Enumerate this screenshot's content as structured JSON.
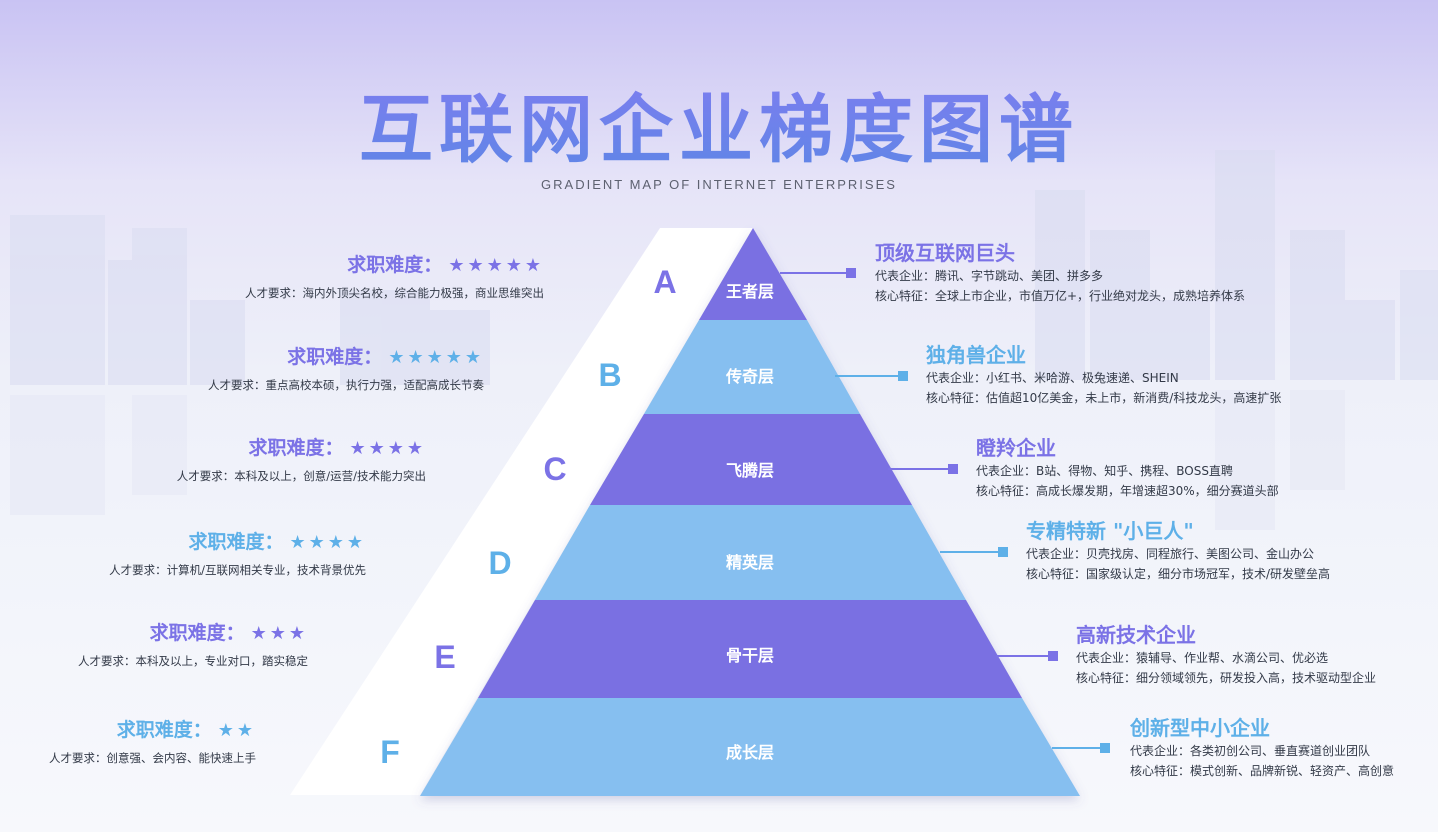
{
  "title": "互联网企业梯度图谱",
  "subtitle": "GRADIENT MAP OF INTERNET ENTERPRISES",
  "colors": {
    "purple": "#7b72e6",
    "blue": "#5eb0e8",
    "tier_purple": "#7a70e2",
    "tier_blue": "#86bff0"
  },
  "tiers": [
    {
      "letter": "A",
      "name": "王者层",
      "enterprise": "顶级互联网巨头",
      "rep": "代表企业：腾讯、字节跳动、美团、拼多多",
      "feat": "核心特征：全球上市企业，市值万亿+，行业绝对龙头，成熟培养体系",
      "difficulty_label": "求职难度：",
      "stars": 5,
      "stars_text": "★★★★★",
      "requirement": "人才要求：海内外顶尖名校，综合能力极强，商业思维突出"
    },
    {
      "letter": "B",
      "name": "传奇层",
      "enterprise": "独角兽企业",
      "rep": "代表企业：小红书、米哈游、极兔速递、SHEIN",
      "feat": "核心特征：估值超10亿美金，未上市，新消费/科技龙头，高速扩张",
      "difficulty_label": "求职难度：",
      "stars": 5,
      "stars_text": "★★★★★",
      "requirement": "人才要求：重点高校本硕，执行力强，适配高成长节奏"
    },
    {
      "letter": "C",
      "name": "飞腾层",
      "enterprise": "瞪羚企业",
      "rep": "代表企业：B站、得物、知乎、携程、BOSS直聘",
      "feat": "核心特征：高成长爆发期，年增速超30%，细分赛道头部",
      "difficulty_label": "求职难度：",
      "stars": 4,
      "stars_text": "★★★★",
      "requirement": "人才要求：本科及以上，创意/运营/技术能力突出"
    },
    {
      "letter": "D",
      "name": "精英层",
      "enterprise": "专精特新 \"小巨人\"",
      "rep": "代表企业：贝壳找房、同程旅行、美图公司、金山办公",
      "feat": "核心特征：国家级认定，细分市场冠军，技术/研发壁垒高",
      "difficulty_label": "求职难度：",
      "stars": 4,
      "stars_text": "★★★★",
      "requirement": "人才要求：计算机/互联网相关专业，技术背景优先"
    },
    {
      "letter": "E",
      "name": "骨干层",
      "enterprise": "高新技术企业",
      "rep": "代表企业：猿辅导、作业帮、水滴公司、优必选",
      "feat": "核心特征：细分领域领先，研发投入高，技术驱动型企业",
      "difficulty_label": "求职难度：",
      "stars": 3,
      "stars_text": "★★★",
      "requirement": "人才要求：本科及以上，专业对口，踏实稳定"
    },
    {
      "letter": "F",
      "name": "成长层",
      "enterprise": "创新型中小企业",
      "rep": "代表企业：各类初创公司、垂直赛道创业团队",
      "feat": "核心特征：模式创新、品牌新锐、轻资产、高创意",
      "difficulty_label": "求职难度：",
      "stars": 2,
      "stars_text": "★★",
      "requirement": "人才要求：创意强、会内容、能快速上手"
    }
  ]
}
